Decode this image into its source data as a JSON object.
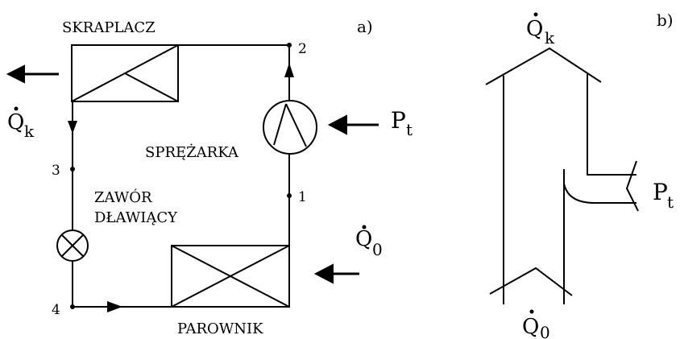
{
  "panel_a": {
    "tag": "a)",
    "condenser": "SKRAPLACZ",
    "compressor": "SPRĘŻARKA",
    "valve_line1": "ZAWÓR",
    "valve_line2": "DŁAWIĄCY",
    "evaporator": "PAROWNIK",
    "heat_out_symbol": "Q",
    "heat_out_sub": "k",
    "heat_in_symbol": "Q",
    "heat_in_sub": "0",
    "power_symbol": "P",
    "power_sub": "t",
    "points": [
      "1",
      "2",
      "3",
      "4"
    ]
  },
  "panel_b": {
    "tag": "b)",
    "top_symbol": "Q",
    "top_sub": "k",
    "bottom_symbol": "Q",
    "bottom_sub": "0",
    "power_symbol": "P",
    "power_sub": "t"
  }
}
